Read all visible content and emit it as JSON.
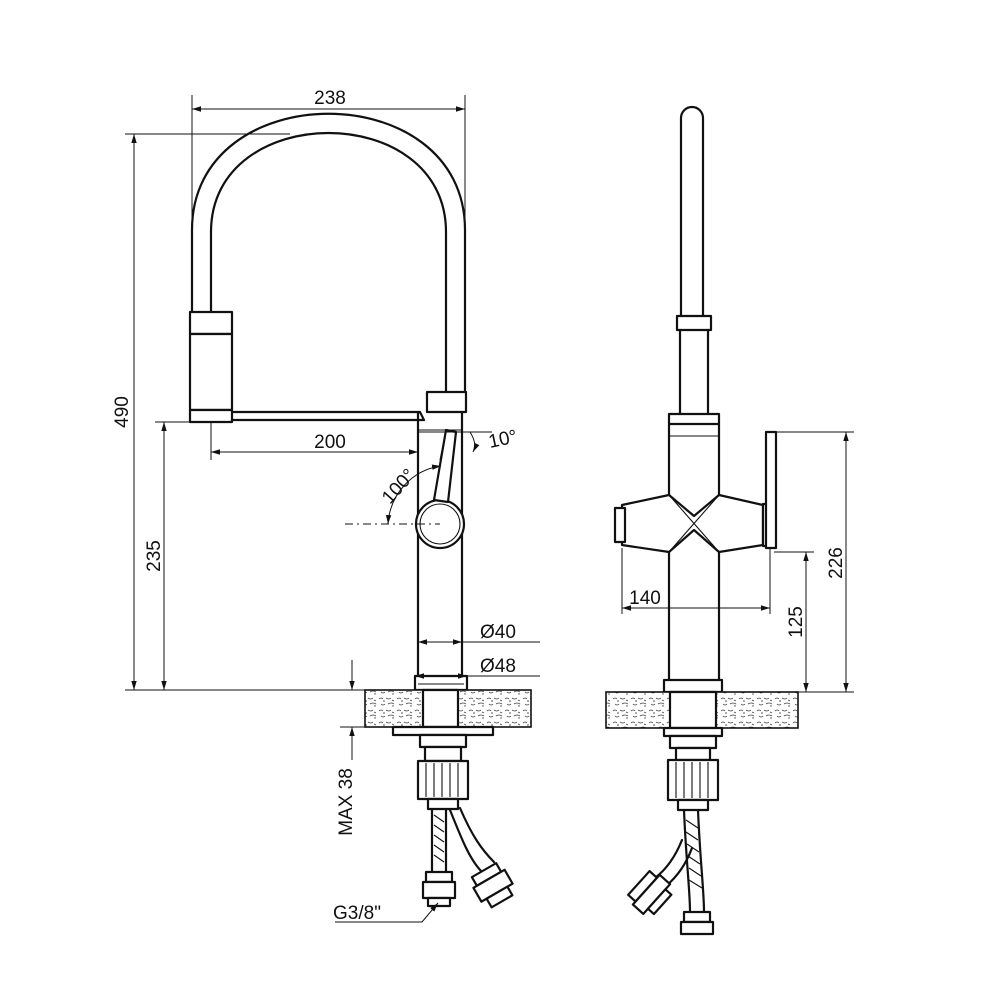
{
  "front_view": {
    "dims": {
      "overall_width": "238",
      "overall_height": "490",
      "spout_reach": "200",
      "lever_tilt": "10°",
      "lever_rotation": "100°",
      "body_height": "235",
      "inner_diameter": "Ø40",
      "base_diameter": "Ø48",
      "max_counter_thickness": "MAX 38",
      "hose_connection": "G3/8\""
    }
  },
  "side_view": {
    "dims": {
      "handle_reach": "140",
      "handle_height": "125",
      "lever_height": "226"
    }
  }
}
